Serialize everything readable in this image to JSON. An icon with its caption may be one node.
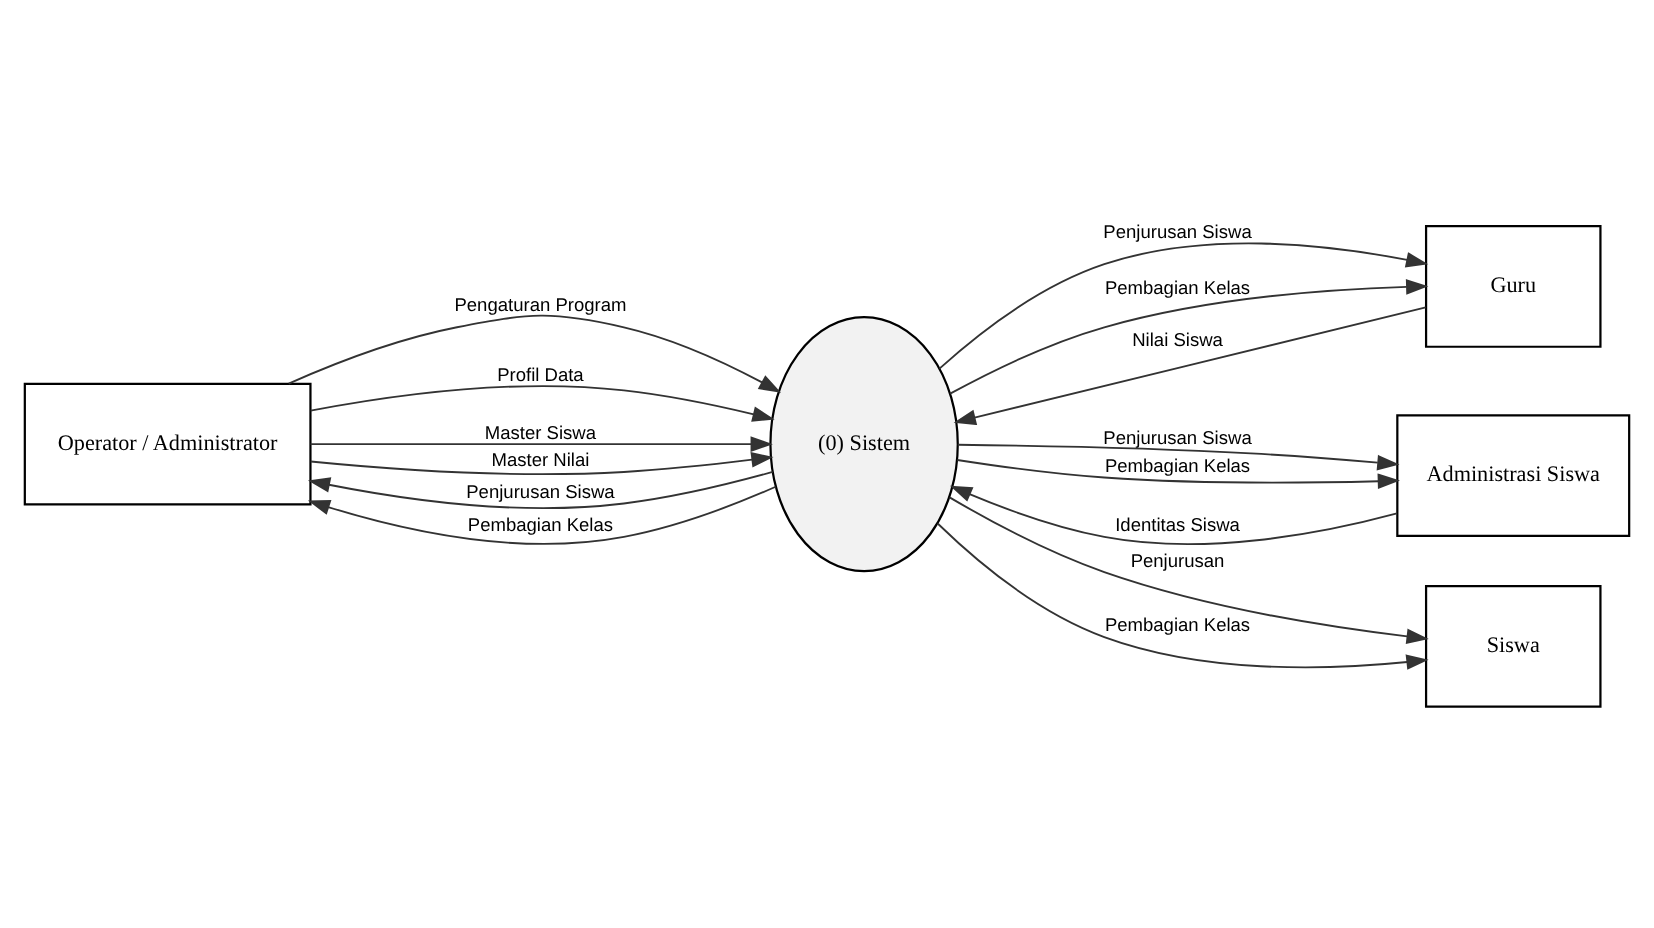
{
  "diagram": {
    "nodes": [
      {
        "text": [
          "Operator / Administrator"
        ]
      },
      {
        "text": [
          "(0) Sistem"
        ]
      },
      {
        "text": [
          "Guru"
        ]
      },
      {
        "text": [
          "Administrasi Siswa"
        ]
      },
      {
        "text": [
          "Siswa"
        ]
      }
    ],
    "edges": [
      {
        "from": 0,
        "to": 1,
        "arrow": "to",
        "label": "Pengaturan Program"
      },
      {
        "from": 0,
        "to": 1,
        "arrow": "to",
        "label": "Profil Data"
      },
      {
        "from": 0,
        "to": 1,
        "arrow": "to",
        "label": "Master Siswa"
      },
      {
        "from": 0,
        "to": 1,
        "arrow": "to",
        "label": "Master Nilai"
      },
      {
        "from": 1,
        "to": 0,
        "arrow": "to",
        "label": "Penjurusan Siswa"
      },
      {
        "from": 1,
        "to": 0,
        "arrow": "to",
        "label": "Pembagian Kelas"
      },
      {
        "from": 2,
        "to": 1,
        "arrow": "to",
        "label": "Nilai Siswa"
      },
      {
        "from": 1,
        "to": 2,
        "arrow": "to",
        "label": "Penjurusan Siswa"
      },
      {
        "from": 1,
        "to": 2,
        "arrow": "to",
        "label": "Pembagian Kelas"
      },
      {
        "from": 3,
        "to": 1,
        "arrow": "to",
        "label": "Identitas Siswa"
      },
      {
        "from": 1,
        "to": 3,
        "arrow": "to",
        "label": "Penjurusan Siswa"
      },
      {
        "from": 1,
        "to": 3,
        "arrow": "to",
        "label": "Pembagian Kelas"
      },
      {
        "from": 1,
        "to": 4,
        "arrow": "to",
        "label": "Penjurusan"
      },
      {
        "from": 1,
        "to": 4,
        "arrow": "to",
        "label": "Pembagian Kelas"
      }
    ]
  }
}
